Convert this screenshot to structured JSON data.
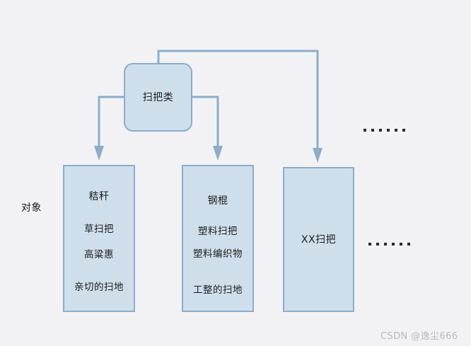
{
  "diagram": {
    "background_color": "#f2f2f5",
    "node_fill": "#cedfeb",
    "node_border": "#8aadcb",
    "connector_color": "#8aadcb",
    "side_label": "对象",
    "root": {
      "title": "扫把类"
    },
    "children": [
      {
        "title": "秸秆",
        "items": [
          "草扫把",
          "高粱惠",
          "亲切的扫地"
        ]
      },
      {
        "title": "钢棍",
        "items": [
          "塑料扫把",
          "塑料编织物",
          "工整的扫地"
        ]
      },
      {
        "title": "XX扫把",
        "items": []
      }
    ],
    "ellipses": [
      {
        "name": "upper",
        "dot_count": 6
      },
      {
        "name": "lower",
        "dot_count": 6
      }
    ]
  },
  "watermark": {
    "text": "CSDN @逸尘666"
  }
}
